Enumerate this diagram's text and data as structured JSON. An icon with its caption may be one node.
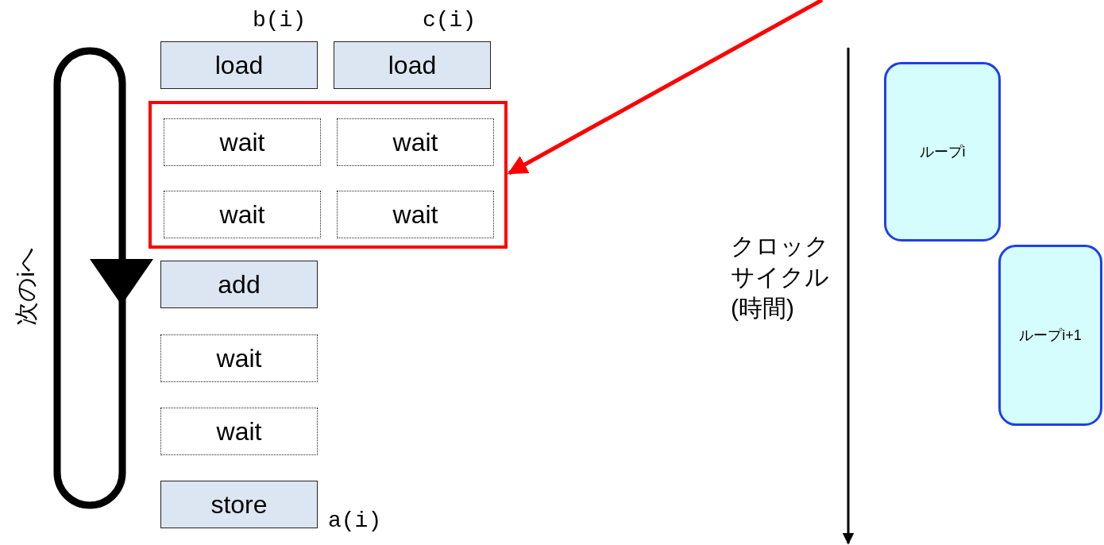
{
  "diagram": {
    "nodes": [
      {
        "text": [
          "load"
        ],
        "beside": [
          "b(i)"
        ]
      },
      {
        "text": [
          "load"
        ],
        "beside": [
          "c(i)"
        ]
      },
      {
        "text": [],
        "shape": "box"
      },
      {
        "text": [
          "wait"
        ],
        "in": 2
      },
      {
        "text": [
          "wait"
        ],
        "in": 2
      },
      {
        "text": [
          "wait"
        ],
        "in": 2
      },
      {
        "text": [
          "wait"
        ],
        "in": 2
      },
      {
        "text": [
          "add"
        ]
      },
      {
        "text": [
          "wait"
        ]
      },
      {
        "text": [
          "wait"
        ]
      },
      {
        "text": [
          "store"
        ],
        "beside": [
          "a(i)"
        ]
      },
      {
        "text": [
          "ループi"
        ]
      },
      {
        "text": [
          "ループi+1"
        ]
      }
    ],
    "edges": [
      {
        "from": null,
        "to": 2,
        "arrow": "to",
        "color": "#ff0000"
      }
    ],
    "labels": [
      "次のiへ",
      "クロックサイクル(時間)"
    ]
  }
}
